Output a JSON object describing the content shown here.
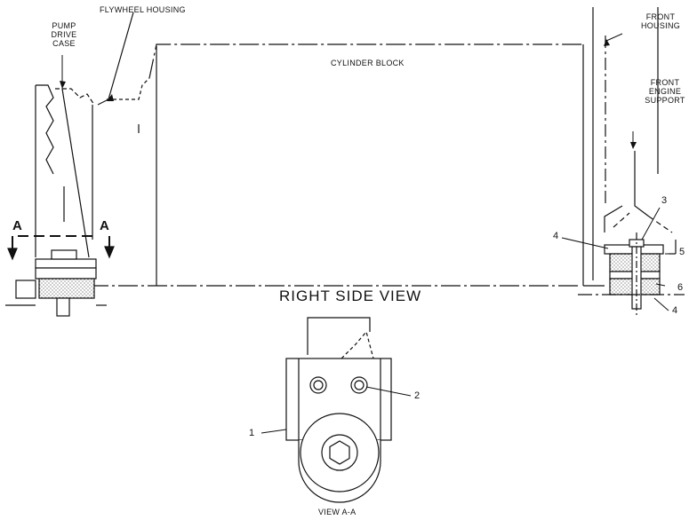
{
  "labels": {
    "pump_drive_case": [
      "PUMP",
      "DRIVE",
      "CASE"
    ],
    "flywheel_housing": "FLYWHEEL HOUSING",
    "cylinder_block": "CYLINDER BLOCK",
    "front_housing": [
      "FRONT",
      "HOUSING"
    ],
    "front_engine_support": [
      "FRONT",
      "ENGINE",
      "SUPPORT"
    ],
    "right_side_view": "RIGHT SIDE VIEW",
    "view_aa": "VIEW A-A"
  },
  "section_markers": [
    "A",
    "A"
  ],
  "callouts": {
    "c1": "1",
    "c2": "2",
    "c3": "3",
    "c4_upper": "4",
    "c5": "5",
    "c6": "6",
    "c4_lower": "4"
  },
  "colors": {
    "line": "#111111",
    "hatch": "#555555",
    "background": "#ffffff"
  }
}
